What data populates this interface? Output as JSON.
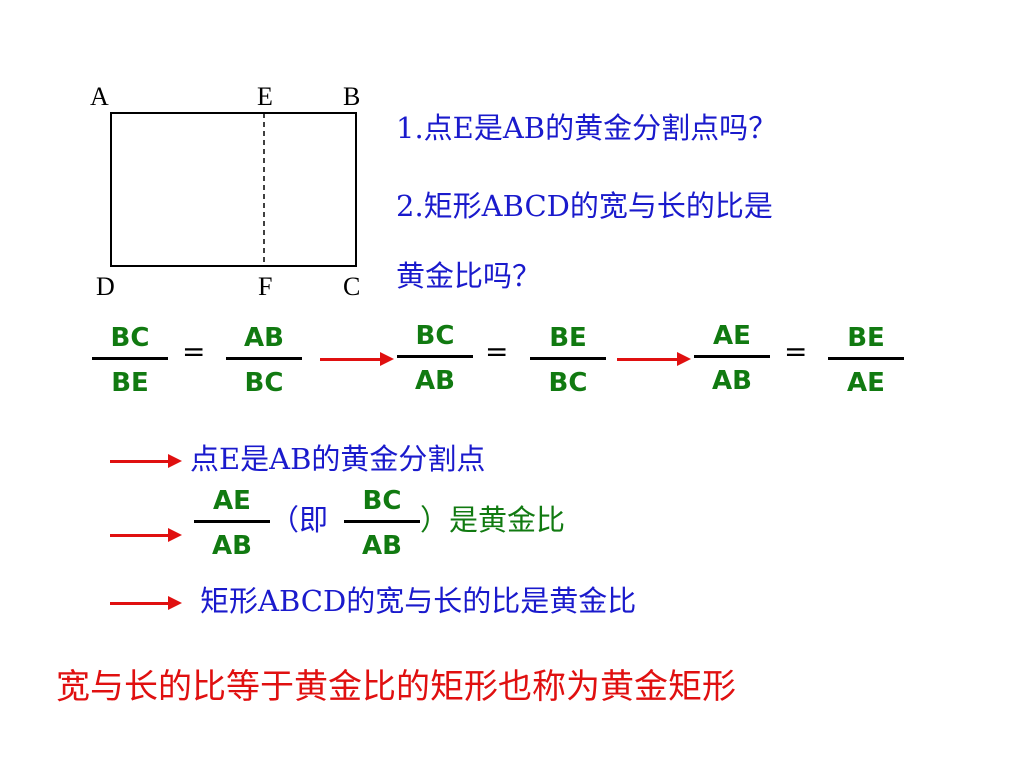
{
  "diagram": {
    "labels": {
      "a": "A",
      "e": "E",
      "b": "B",
      "d": "D",
      "f": "F",
      "c": "C"
    }
  },
  "questions": {
    "q1": "1.点E是AB的黄金分割点吗？",
    "q2_line1": "2.矩形ABCD的宽与长的比是",
    "q2_line2": "黄金比吗？"
  },
  "equations": {
    "eq1": {
      "lhs_num": "BC",
      "lhs_den": "BE",
      "rhs_num": "AB",
      "rhs_den": "BC"
    },
    "eq2": {
      "lhs_num": "BC",
      "lhs_den": "AB",
      "rhs_num": "BE",
      "rhs_den": "BC"
    },
    "eq3": {
      "lhs_num": "AE",
      "lhs_den": "AB",
      "rhs_num": "BE",
      "rhs_den": "AE"
    },
    "equals_sign": "="
  },
  "conclusions": {
    "c1": "点E是AB的黄金分割点",
    "c2": {
      "frac1_num": "AE",
      "frac1_den": "AB",
      "middle_text": "（即",
      "frac2_num": "BC",
      "frac2_den": "AB",
      "end_text": "）是黄金比"
    },
    "c3": "矩形ABCD的宽与长的比是黄金比"
  },
  "final_statement": "宽与长的比等于黄金比的矩形也称为黄金矩形",
  "colors": {
    "question_text": "#1a1acc",
    "fraction_text": "#117a11",
    "arrow": "#e01010",
    "final_text": "#e01010"
  }
}
